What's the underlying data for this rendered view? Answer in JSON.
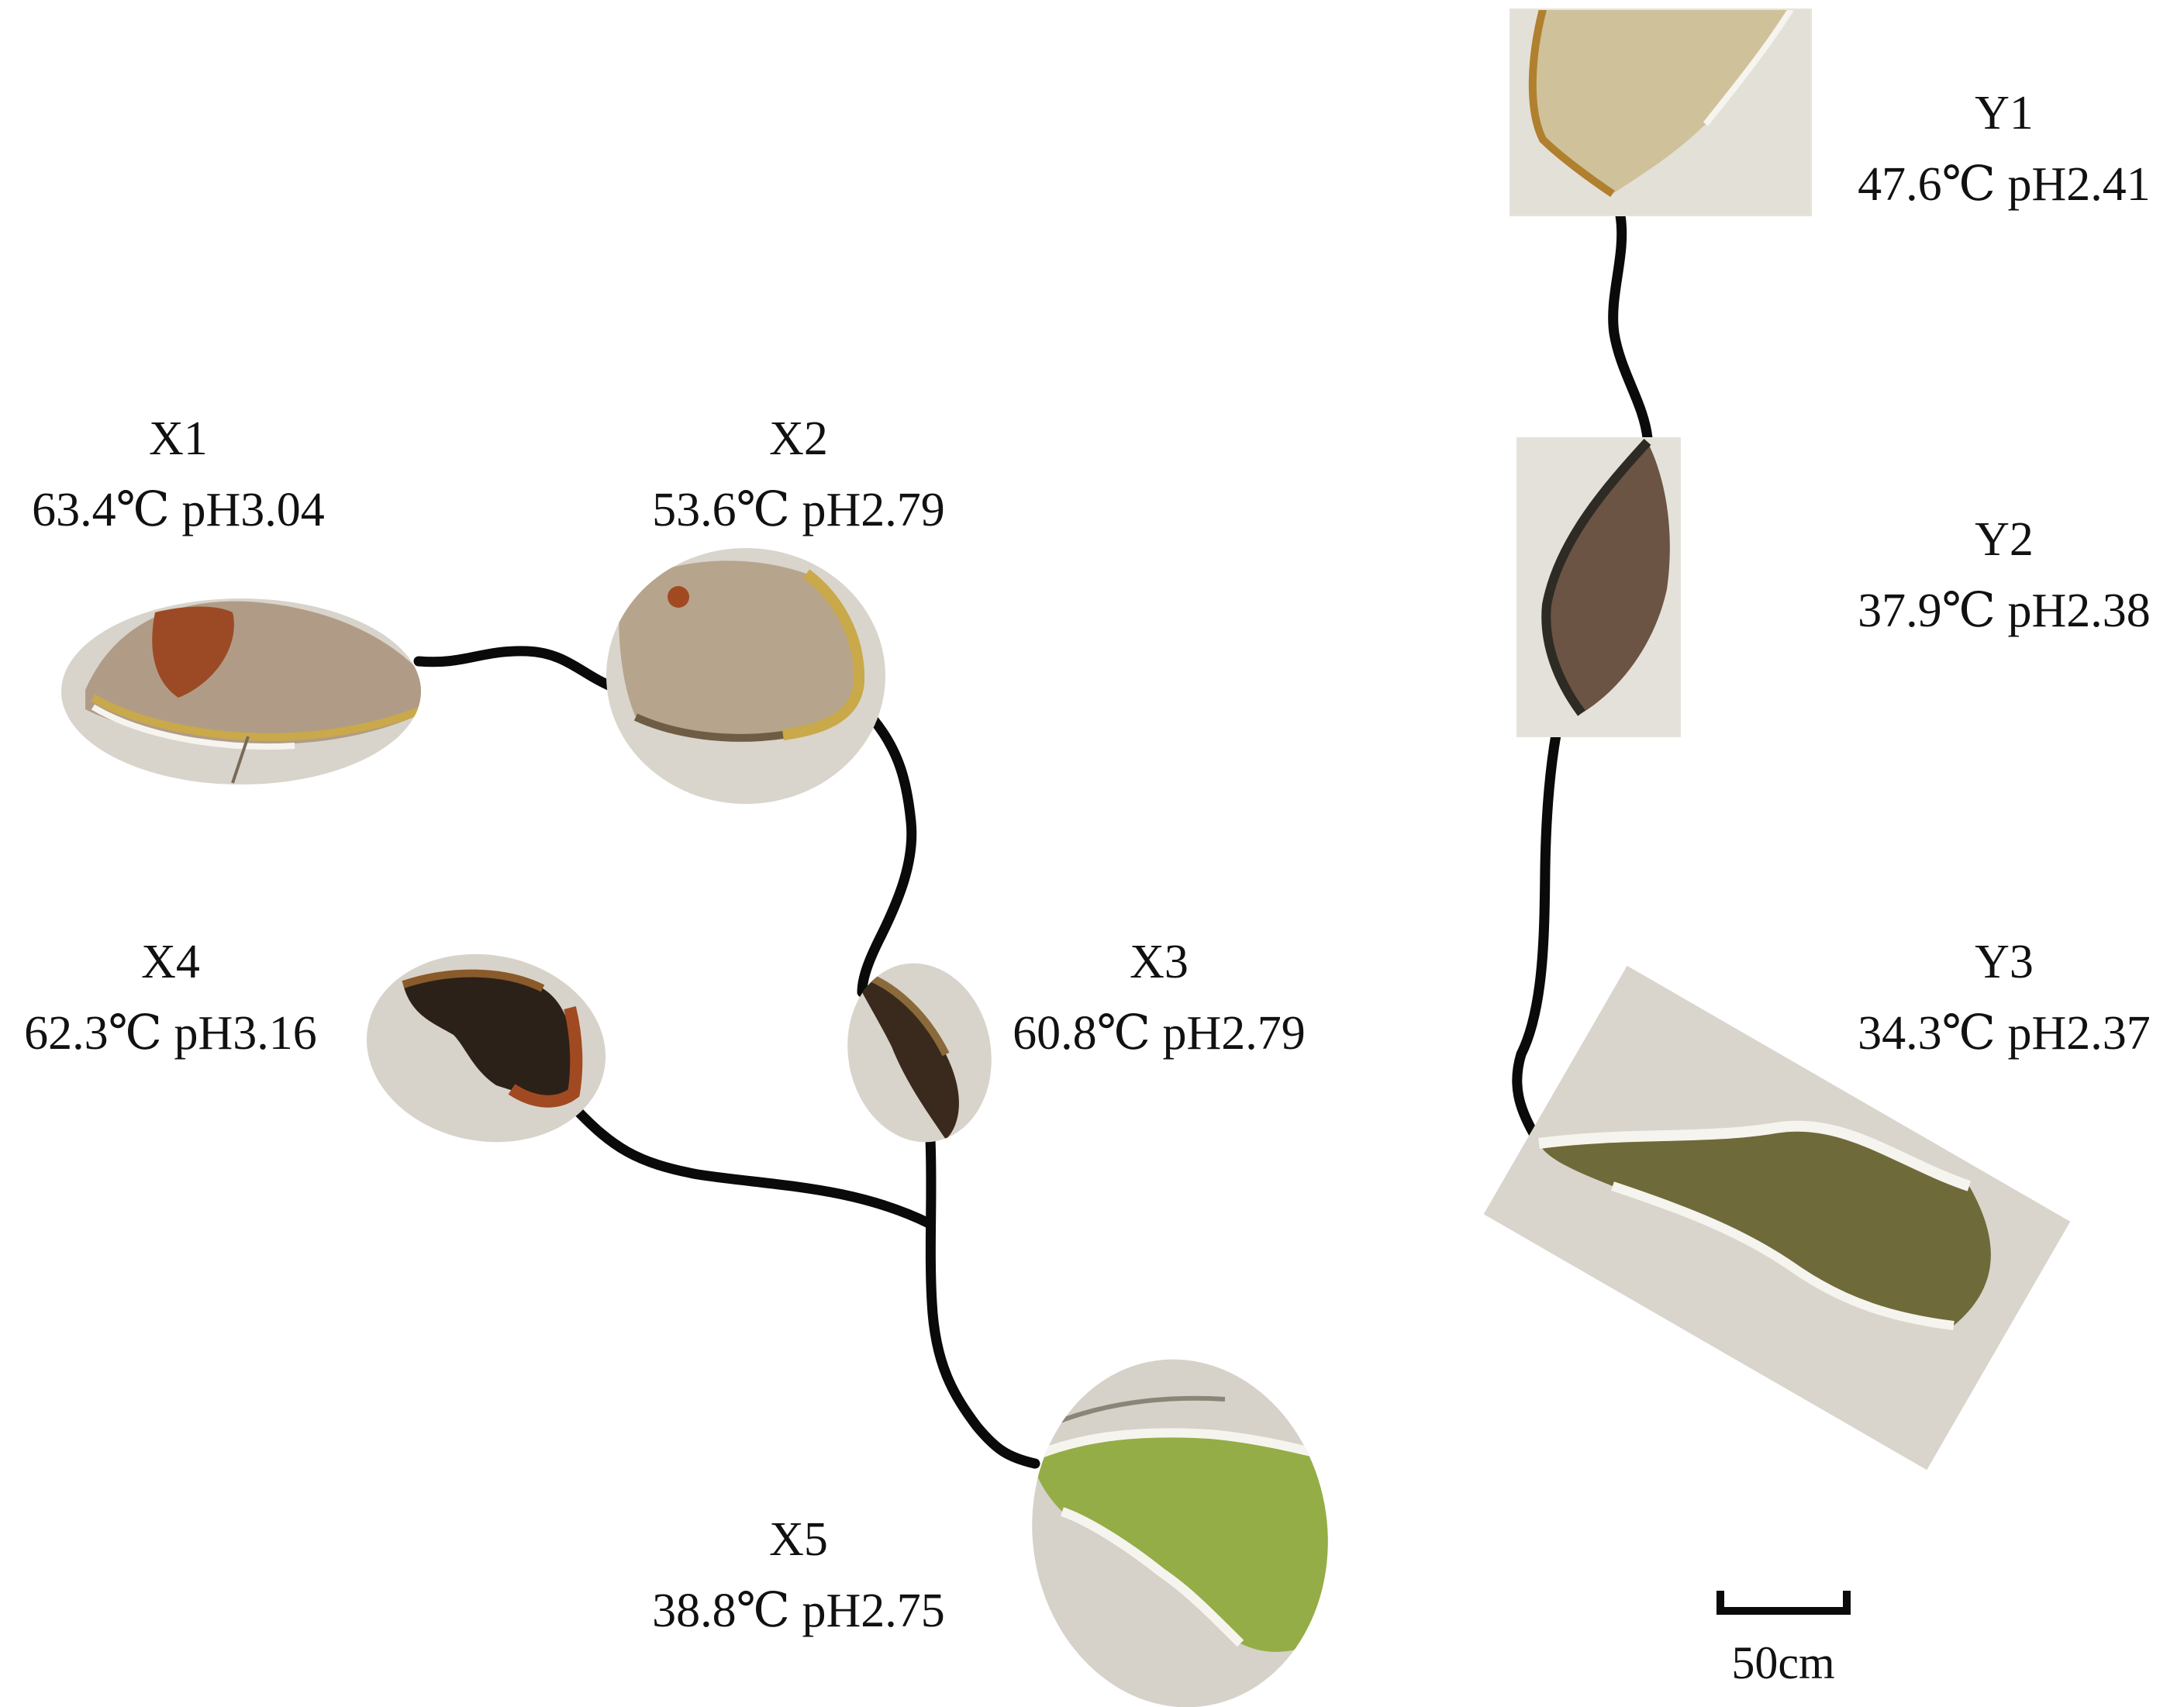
{
  "colors": {
    "channel": "#0a0a0a",
    "rock": "#d6d3cb",
    "rock_light": "#ece9e2",
    "crust_yellow": "#c9a94a",
    "crust_white": "#f6f4ee",
    "sediment_tan": "#b8a58a",
    "iron_red": "#a14a22",
    "dark_water": "#2c2118",
    "brown_water": "#6b5443",
    "green_mat": "#94ad46",
    "olive_water": "#6f6a3a"
  },
  "pools": {
    "x1": {
      "name": "X1",
      "reading": "63.4℃ pH3.04"
    },
    "x2": {
      "name": "X2",
      "reading": "53.6℃ pH2.79"
    },
    "x3": {
      "name": "X3",
      "reading": "60.8℃ pH2.79"
    },
    "x4": {
      "name": "X4",
      "reading": "62.3℃ pH3.16"
    },
    "x5": {
      "name": "X5",
      "reading": "38.8℃ pH2.75"
    },
    "y1": {
      "name": "Y1",
      "reading": "47.6℃ pH2.41"
    },
    "y2": {
      "name": "Y2",
      "reading": "37.9℃ pH2.38"
    },
    "y3": {
      "name": "Y3",
      "reading": "34.3℃ pH2.37"
    }
  },
  "scale_bar": {
    "label": "50cm"
  }
}
